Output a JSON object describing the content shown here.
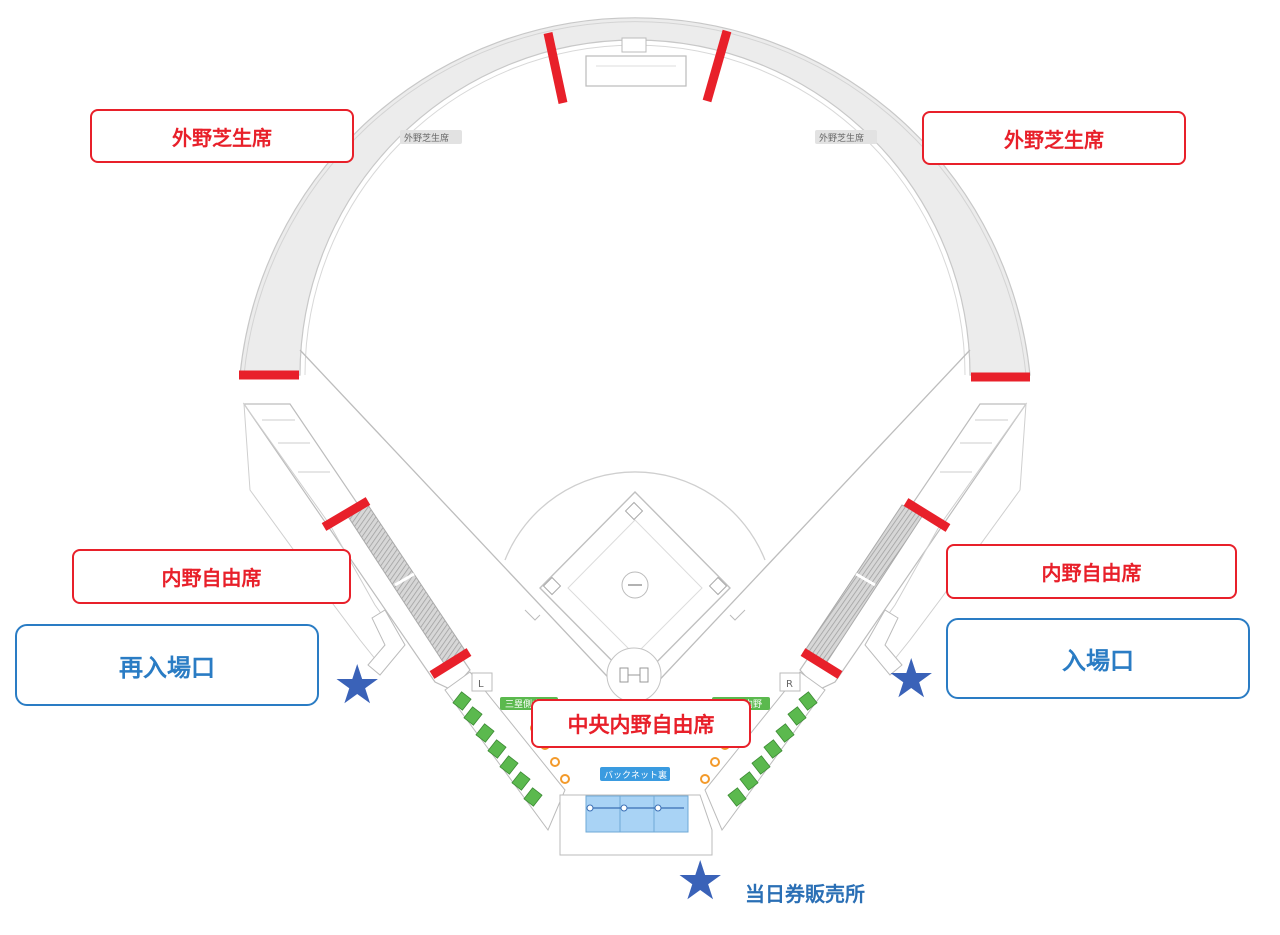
{
  "labels": {
    "outfield_left": "外野芝生席",
    "outfield_right": "外野芝生席",
    "infield_left": "内野自由席",
    "infield_right": "内野自由席",
    "center_infield": "中央内野自由席",
    "reentry": "再入場口",
    "entrance": "入場口",
    "ticket_office": "当日券販売所"
  },
  "map_text": {
    "outfield_small_left": "外野芝生席",
    "outfield_small_right": "外野芝生席",
    "back_net": "バックネット裏",
    "third_base_infield": "三塁側内野",
    "first_base_infield": "一塁側内野",
    "foul_left": "L",
    "foul_right": "R"
  },
  "colors": {
    "label_red": "#e8202a",
    "label_blue": "#2a7cc4",
    "star_blue": "#3a62b8",
    "seat_green": "#5bb94e",
    "seat_orange": "#f39a2b",
    "backnet_blue": "#a9d3f5"
  },
  "icons": [
    "star-icon"
  ]
}
